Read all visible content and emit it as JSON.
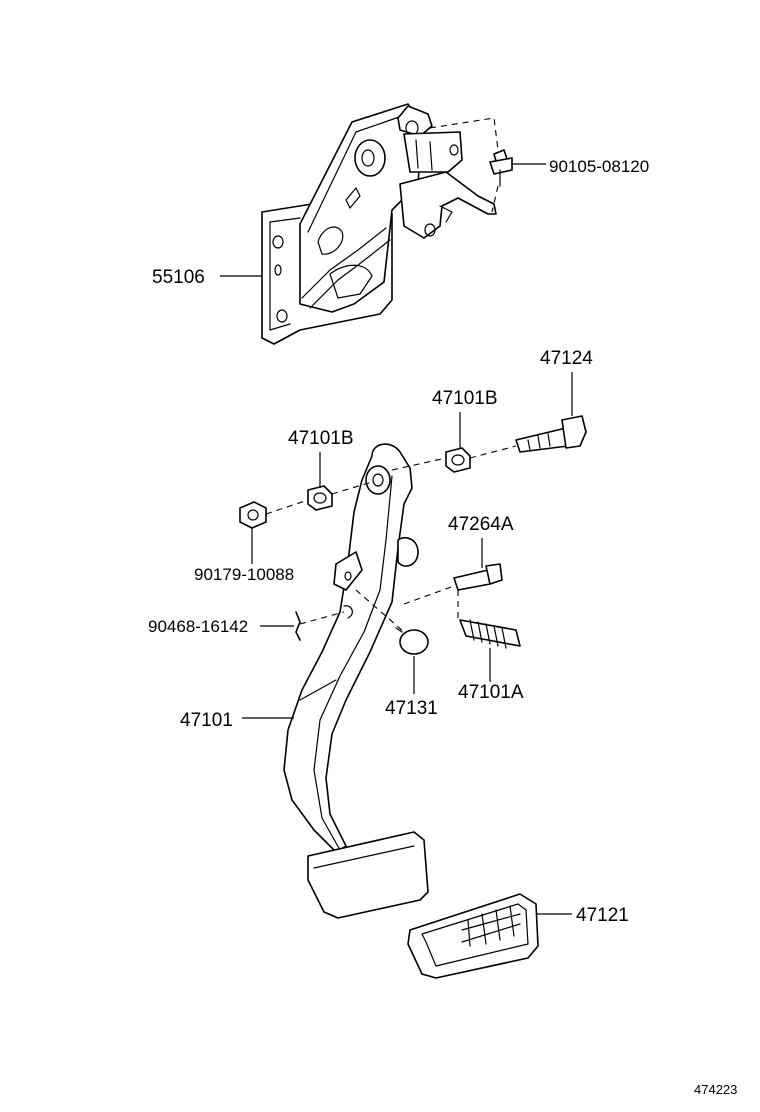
{
  "labels": {
    "bolt_top": "90105-08120",
    "bracket": "55106",
    "bolt_pivot": "47124",
    "bushing_right": "47101B",
    "bushing_left": "47101B",
    "nut": "90179-10088",
    "pin_bolt": "47264A",
    "clip": "90468-16142",
    "pedal_arm": "47101",
    "stopper": "47131",
    "spring": "47101A",
    "pedal_pad": "47121",
    "diagram_number": "474223"
  }
}
